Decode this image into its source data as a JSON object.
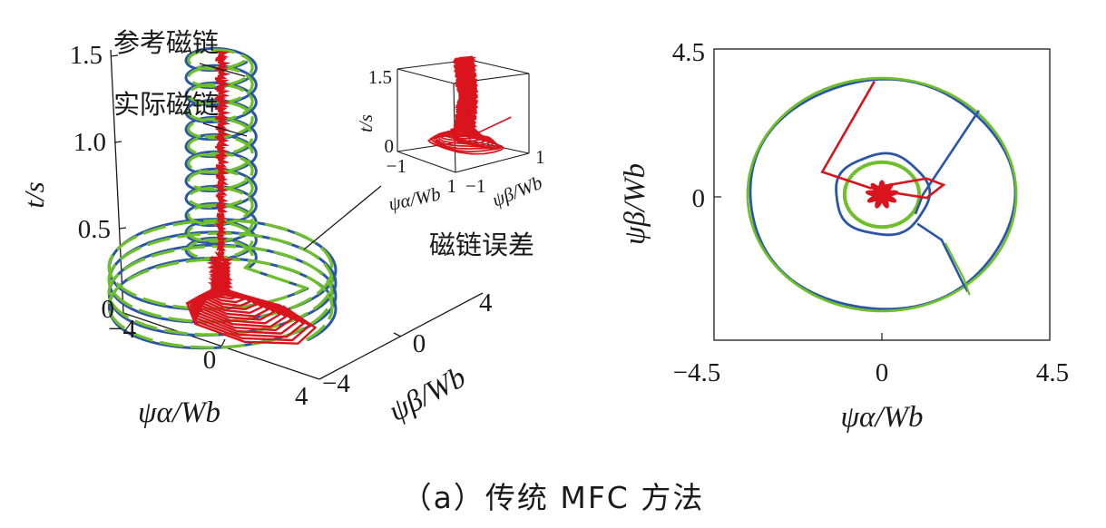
{
  "caption": "（a）传统 MFC 方法",
  "colors": {
    "reference": "#6fbf2a",
    "actual": "#2b55a8",
    "error": "#d9141c",
    "axis": "#1a1a1a"
  },
  "chart_data": [
    {
      "type": "line",
      "projection": "3d",
      "zlabel": "t/s",
      "xlabel": "ψα/Wb",
      "ylabel": "ψβ/Wb",
      "zlim": [
        0,
        1.5
      ],
      "xlim": [
        -4,
        4
      ],
      "ylim": [
        -4,
        4
      ],
      "z_ticks": [
        "1.5",
        "1.0",
        "0.5",
        "0"
      ],
      "x_ticks": [
        "−4",
        "0",
        "4"
      ],
      "y_ticks": [
        "−4",
        "0",
        "4"
      ],
      "annotations": {
        "reference": "参考磁链",
        "actual": "实际磁链",
        "error": "磁链误差"
      },
      "series": [
        {
          "role": "reference",
          "phases": [
            {
              "t": [
                0.0,
                0.3
              ],
              "radius": 3.5
            },
            {
              "t": [
                0.3,
                1.5
              ],
              "radius": 1.0
            }
          ]
        },
        {
          "role": "actual",
          "phases": [
            {
              "t": [
                0.0,
                0.3
              ],
              "radius": 3.55
            },
            {
              "t": [
                0.3,
                1.5
              ],
              "radius": 1.1
            }
          ]
        },
        {
          "role": "error",
          "note": ""
        }
      ]
    },
    {
      "type": "line",
      "projection": "3d",
      "inset": true,
      "zlabel": "t/s",
      "xlabel": "ψα/Wb",
      "ylabel": "ψβ/Wb",
      "zlim": [
        0,
        1.5
      ],
      "xlim": [
        -1,
        1
      ],
      "ylim": [
        -1,
        1
      ],
      "z_ticks": [
        "1.5",
        "0"
      ],
      "x_ticks": [
        "−1",
        "1"
      ],
      "y_ticks": [
        "−1",
        "1"
      ]
    },
    {
      "type": "line",
      "xlabel": "ψα/Wb",
      "ylabel": "ψβ/Wb",
      "xlim": [
        -4.5,
        4.5
      ],
      "ylim": [
        -4.5,
        4.5
      ],
      "x_ticks": [
        "−4.5",
        "0",
        "4.5"
      ],
      "y_ticks": [
        "4.5",
        "0"
      ],
      "series": [
        {
          "role": "reference",
          "radii": [
            3.6,
            1.0
          ]
        },
        {
          "role": "actual",
          "radii": [
            3.55,
            1.25
          ]
        },
        {
          "role": "error",
          "center": [
            0,
            0
          ]
        }
      ]
    }
  ]
}
